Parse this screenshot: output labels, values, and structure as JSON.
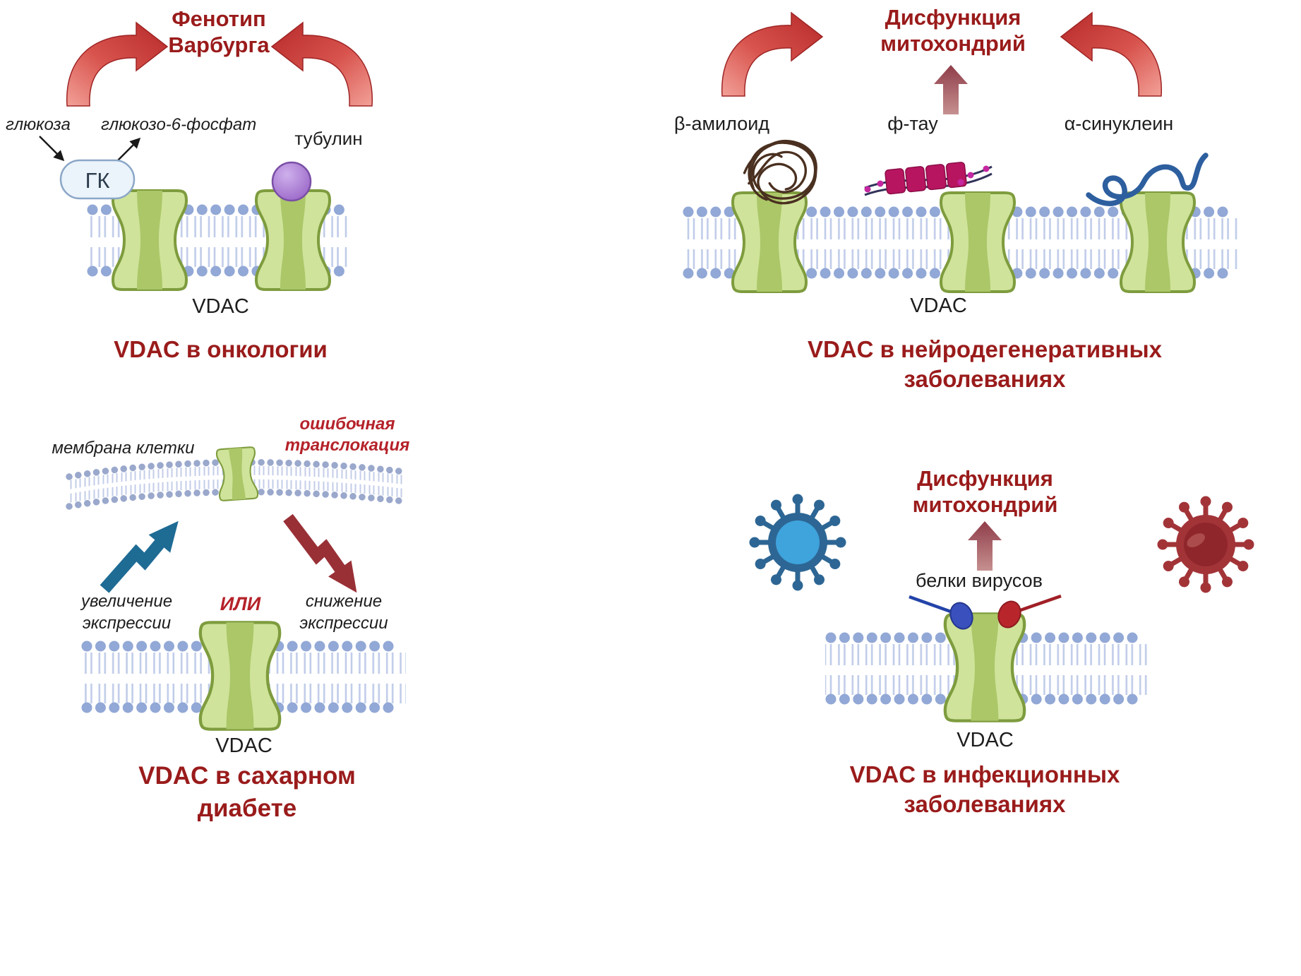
{
  "colors": {
    "heading_red": "#9a1b1b",
    "accent_red": "#b5222a",
    "membrane_dot": "#92a8d6",
    "channel_green": "#cfe39a",
    "increase_arrow_blue": "#1e6b94",
    "decrease_arrow_red": "#993036"
  },
  "oncology": {
    "arc_label": "Фенотип\nВарбурга",
    "glucose": "глюкоза",
    "glucose6p": "глюкозо-6-фосфат",
    "hexokinase": "ГК",
    "tubulin": "тубулин",
    "channel": "VDAC",
    "title": "VDAC в онкологии"
  },
  "neurodegeneration": {
    "arc_label": "Дисфункция\nмитохондрий",
    "beta_amyloid": "β-амилоид",
    "phospho_tau": "ф-тау",
    "alpha_synuclein": "α-синуклеин",
    "channel": "VDAC",
    "title": "VDAC в нейродегенеративных\nзаболеваниях"
  },
  "diabetes": {
    "cell_membrane": "мембрана клетки",
    "mistranslocation": "ошибочная\nтранслокация",
    "increase": "увеличение\nэкспрессии",
    "or": "ИЛИ",
    "decrease": "снижение\nэкспрессии",
    "channel": "VDAC",
    "title": "VDAC в сахарном\nдиабете"
  },
  "infection": {
    "dysfunction": "Дисфункция\nмитохондрий",
    "viral_proteins": "белки вирусов",
    "channel": "VDAC",
    "title": "VDAC в инфекционных\nзаболеваниях"
  }
}
